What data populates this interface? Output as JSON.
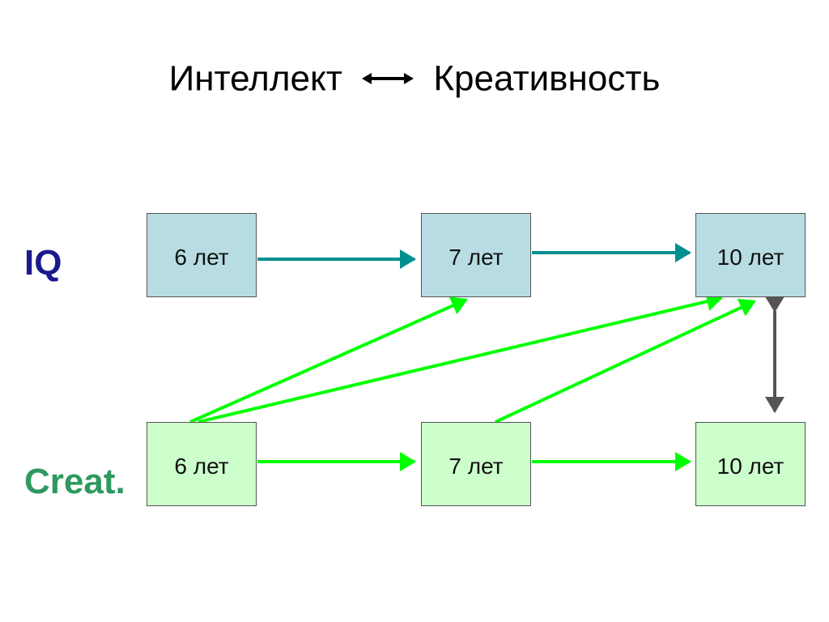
{
  "title": {
    "left": "Интеллект",
    "right": "Креативность",
    "arrow_icon": "double-arrow-icon"
  },
  "rows": {
    "iq_label": "IQ",
    "creat_label": "Creat."
  },
  "iq_boxes": [
    "6 лет",
    "7 лет",
    "10 лет"
  ],
  "creat_boxes": [
    "6 лет",
    "7 лет",
    "10 лет"
  ],
  "colors": {
    "iq_arrow": "#009090",
    "creat_arrow": "#00ff00",
    "link_arrow": "#555555",
    "iq_box": "#b7dde3",
    "creat_box": "#ccffcc",
    "iq_label": "#1a1a8c",
    "creat_label": "#2e9960"
  }
}
